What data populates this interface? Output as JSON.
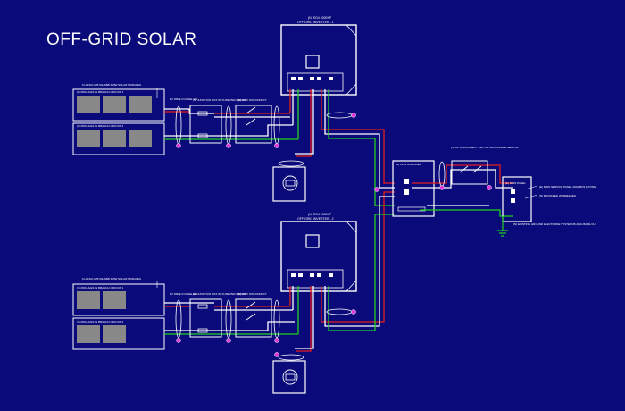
{
  "title": "OFF-GRID SOLAR",
  "colors": {
    "background": "#0a0a7a",
    "outline": "#ffffff",
    "wire_red": "#e41e1e",
    "wire_green": "#1fd11f",
    "wire_white": "#ffffff",
    "junction": "#e23ad8",
    "panel_cell": "#888888"
  },
  "inverter_top": {
    "label_line1": "(N) EG4 6000XP",
    "label_line2": "OFF-GRID INVERTER - 1"
  },
  "inverter_bottom": {
    "label_line1": "(N) EG4 6000XP",
    "label_line2": "OFF-GRID INVERTER - 2"
  },
  "array_top": {
    "header": "9 LONGI LR5-54HABB 400W SOLAR MODULES",
    "circuit1": "(9) MODULES IN BRANCH CIRCUIT 1",
    "circuit2": "(9) MODULES IN BRANCH CIRCUIT 2"
  },
  "array_bottom": {
    "header": "9 LONGI LR5-54HABB 400W SOLAR MODULES",
    "circuit1": "(7) MODULES IN BRANCH CIRCUIT 1",
    "circuit2": "(7) MODULES IN BRANCH CIRCUIT 2"
  },
  "labels": {
    "pv_wire_top": "PV WIRE IN FREE AIR",
    "pv_wire_bottom": "PV WIRE IN FREE AIR",
    "combiner_top": "(N) JUNCTION BOX W/ FUSE PER CIRCUIT",
    "combiner_bottom": "(N) JUNCTION BOX W/ FUSE PER CIRCUIT",
    "disconnect_top": "(N) 600V DISCONNECT",
    "disconnect_bottom": "(N) 600V DISCONNECT",
    "ac_panel": "(N) 125A SUBPANEL",
    "ac_disconnect": "(N) AC DISCONNECT SWITCH 60A FUSIBLE NEMA 3R",
    "main_panel": "(E) MAIN PANEL",
    "main_breaker": "(E) MAIN SERVICE PANEL 200A BUS RATING",
    "backfeed": "(N) BACKFEED 2P BREAKER",
    "ground_note": "(N) EXISTING GROUND ELECTRODE SYSTEM #6 AWG BARE CU"
  }
}
